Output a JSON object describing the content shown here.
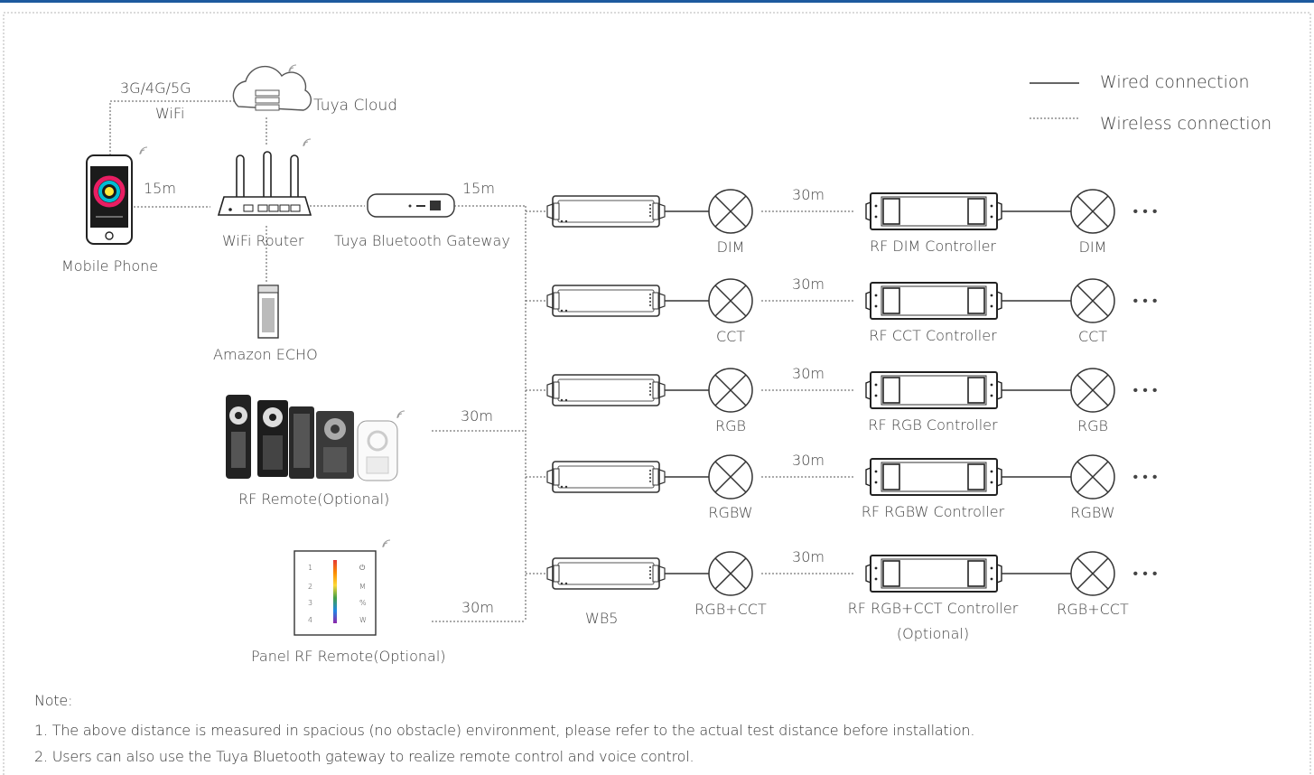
{
  "legend": {
    "wired": "Wired connection",
    "wireless": "Wireless connection"
  },
  "cloud": {
    "label": "Tuya Cloud",
    "link_top": "3G/4G/5G",
    "link_bottom": "WiFi"
  },
  "devices": {
    "phone": "Mobile Phone",
    "router": "WiFi Router",
    "gateway": "Tuya Bluetooth Gateway",
    "echo": "Amazon ECHO",
    "rf_remote": "RF Remote(Optional)",
    "panel_remote": "Panel RF Remote(Optional)",
    "wb5": "WB5"
  },
  "panel_keys": {
    "left": [
      "1",
      "2",
      "3",
      "4"
    ],
    "right": [
      "⏻",
      "M",
      "%",
      "W"
    ]
  },
  "distances": {
    "phone_router": "15m",
    "gateway_bus": "15m",
    "remote_bus": "30m",
    "panel_bus": "30m"
  },
  "rows": [
    {
      "light": "DIM",
      "distance": "30m",
      "controller": "RF DIM Controller",
      "controller_note": "",
      "light2": "DIM"
    },
    {
      "light": "CCT",
      "distance": "30m",
      "controller": "RF CCT Controller",
      "controller_note": "",
      "light2": "CCT"
    },
    {
      "light": "RGB",
      "distance": "30m",
      "controller": "RF RGB Controller",
      "controller_note": "",
      "light2": "RGB"
    },
    {
      "light": "RGBW",
      "distance": "30m",
      "controller": "RF RGBW Controller",
      "controller_note": "",
      "light2": "RGBW"
    },
    {
      "light": "RGB+CCT",
      "distance": "30m",
      "controller": "RF RGB+CCT Controller",
      "controller_note": "(Optional)",
      "light2": "RGB+CCT"
    }
  ],
  "more": "• • •",
  "notes": {
    "title": "Note:",
    "line1": "1. The above distance is measured in spacious (no obstacle) environment, please refer to the actual test distance before installation.",
    "line2": "2. Users can also use the Tuya Bluetooth gateway to realize remote control and voice control."
  },
  "colors": {
    "top_rule": "#1d5a9e",
    "border": "#b5b5b5",
    "line": "#333333"
  }
}
